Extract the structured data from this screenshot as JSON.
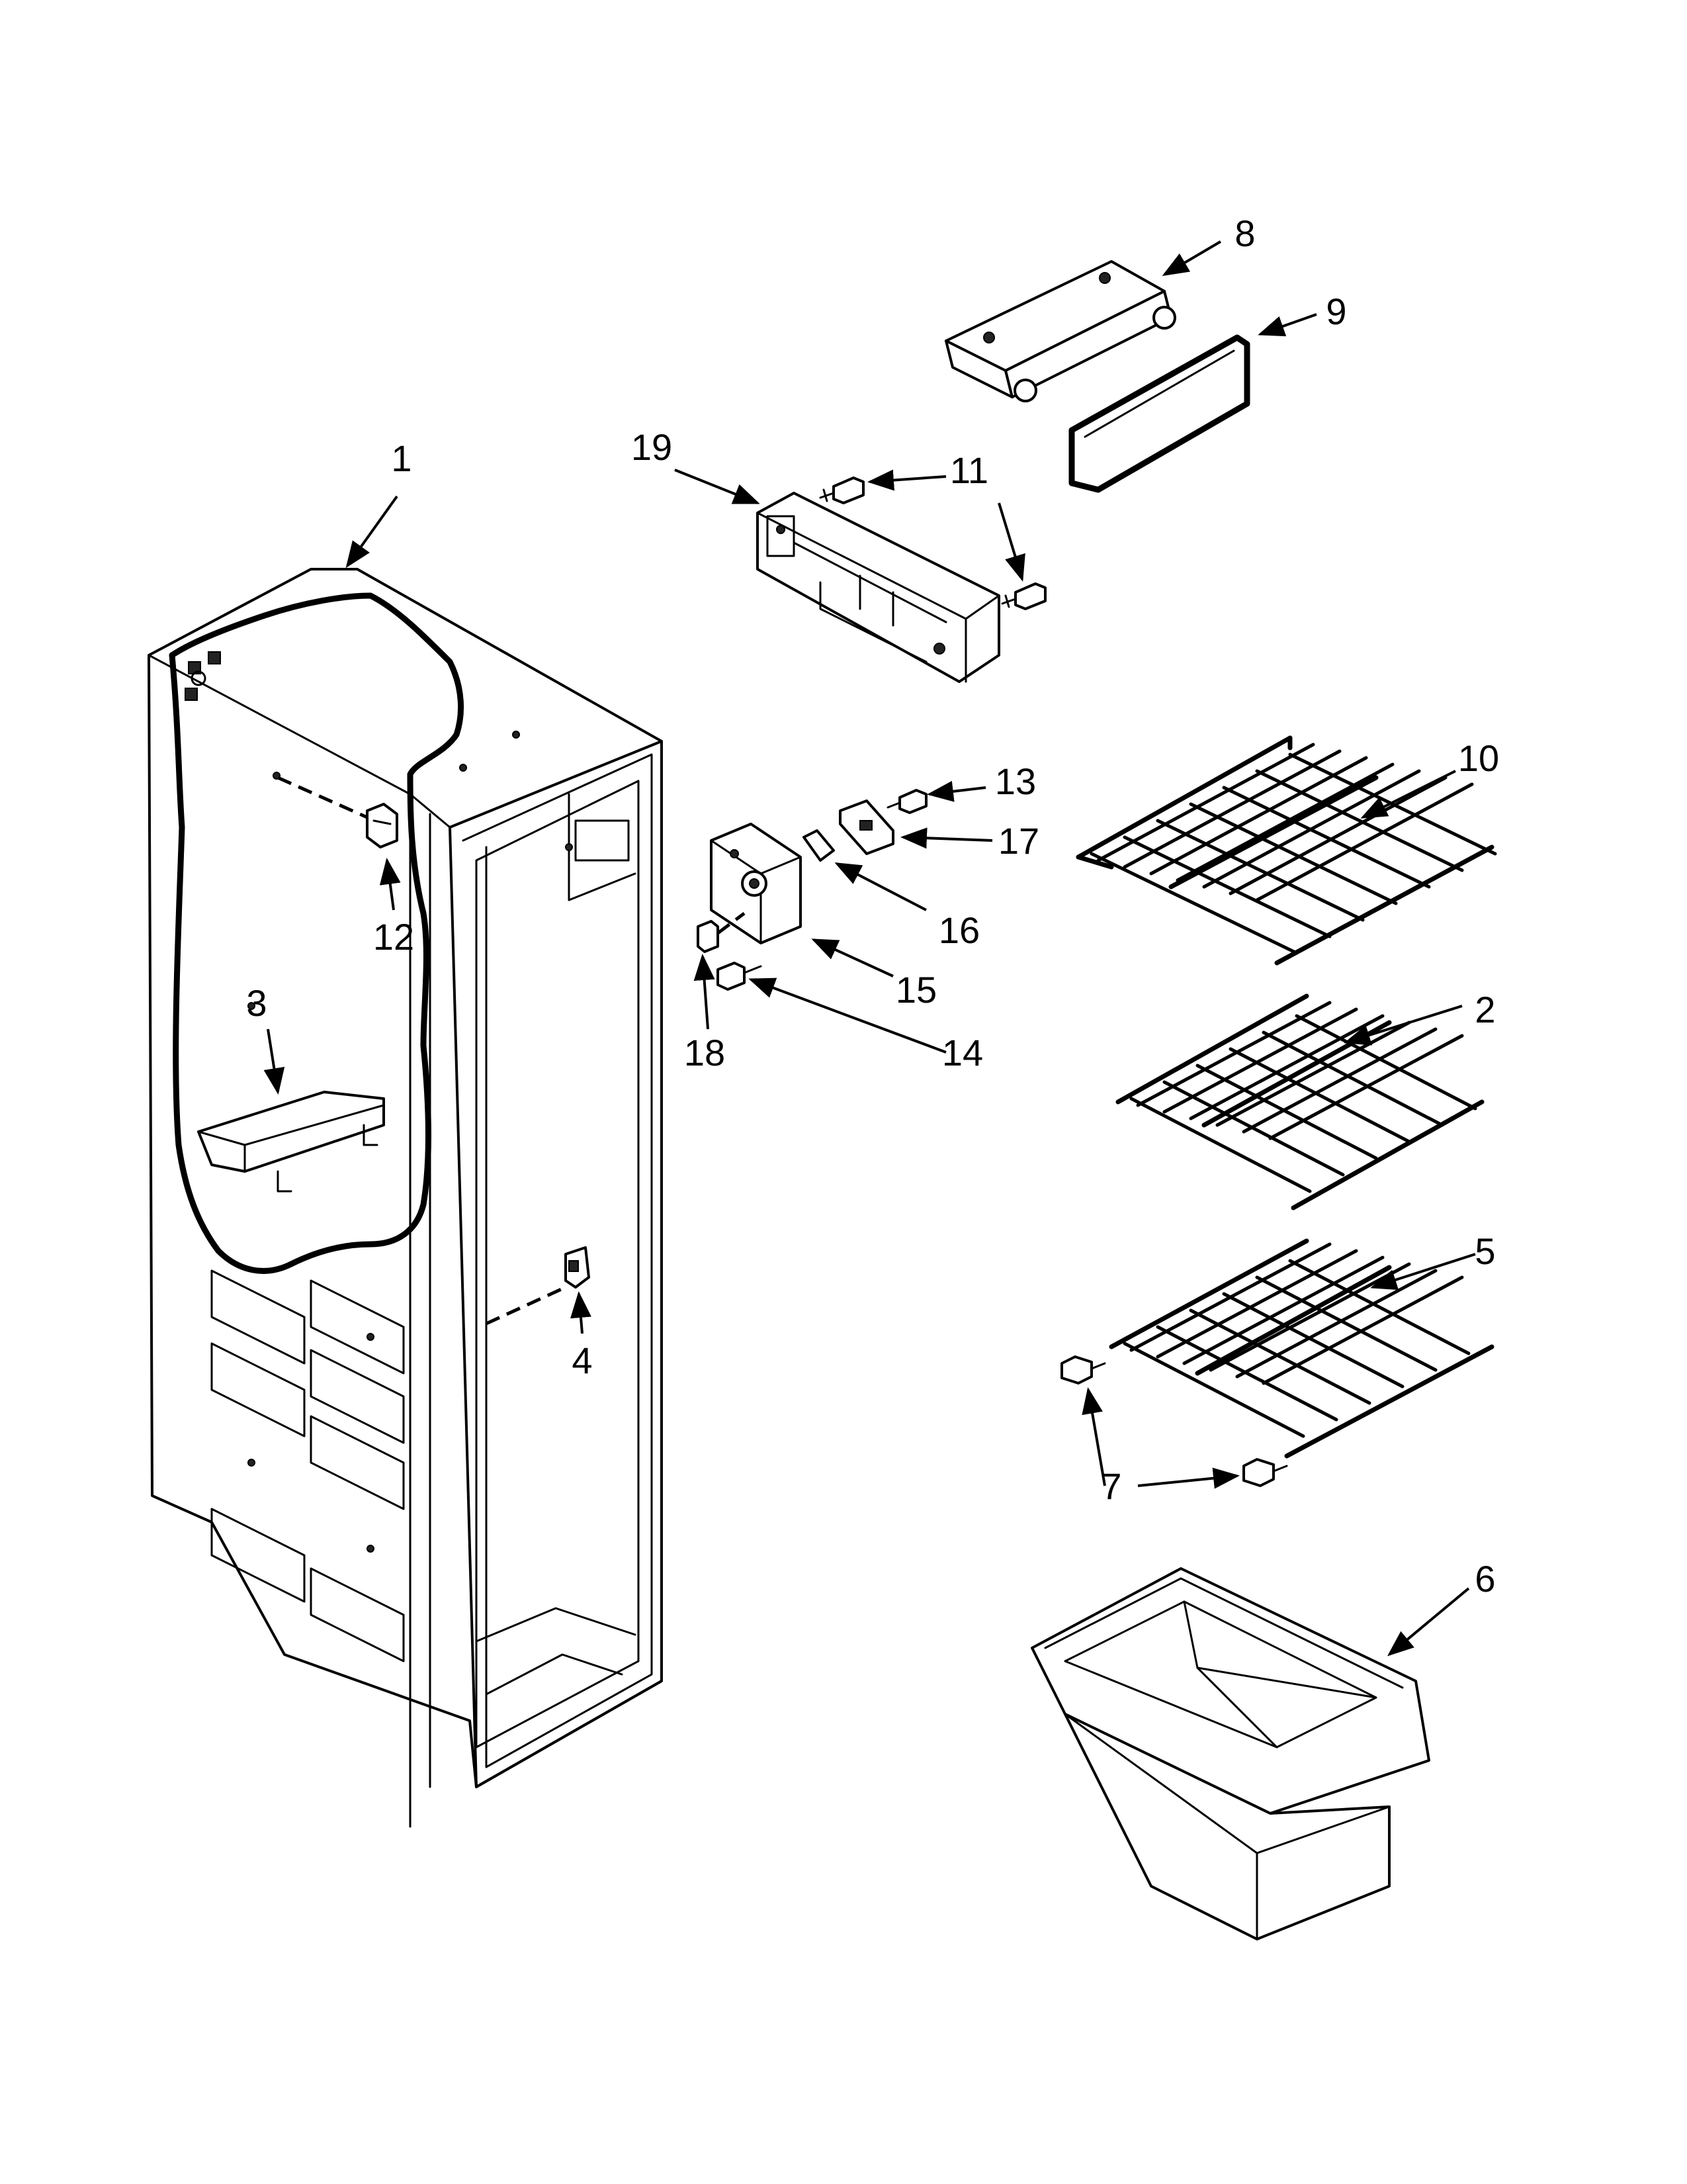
{
  "callouts": [
    {
      "id": "c1",
      "label": "1"
    },
    {
      "id": "c2",
      "label": "2"
    },
    {
      "id": "c3",
      "label": "3"
    },
    {
      "id": "c4",
      "label": "4"
    },
    {
      "id": "c5",
      "label": "5"
    },
    {
      "id": "c6",
      "label": "6"
    },
    {
      "id": "c7",
      "label": "7"
    },
    {
      "id": "c8",
      "label": "8"
    },
    {
      "id": "c9",
      "label": "9"
    },
    {
      "id": "c10",
      "label": "10"
    },
    {
      "id": "c11",
      "label": "11"
    },
    {
      "id": "c12",
      "label": "12"
    },
    {
      "id": "c13",
      "label": "13"
    },
    {
      "id": "c14",
      "label": "14"
    },
    {
      "id": "c15",
      "label": "15"
    },
    {
      "id": "c16",
      "label": "16"
    },
    {
      "id": "c17",
      "label": "17"
    },
    {
      "id": "c18",
      "label": "18"
    },
    {
      "id": "c19",
      "label": "19"
    }
  ],
  "colors": {
    "line": "#000000",
    "background": "#ffffff"
  }
}
